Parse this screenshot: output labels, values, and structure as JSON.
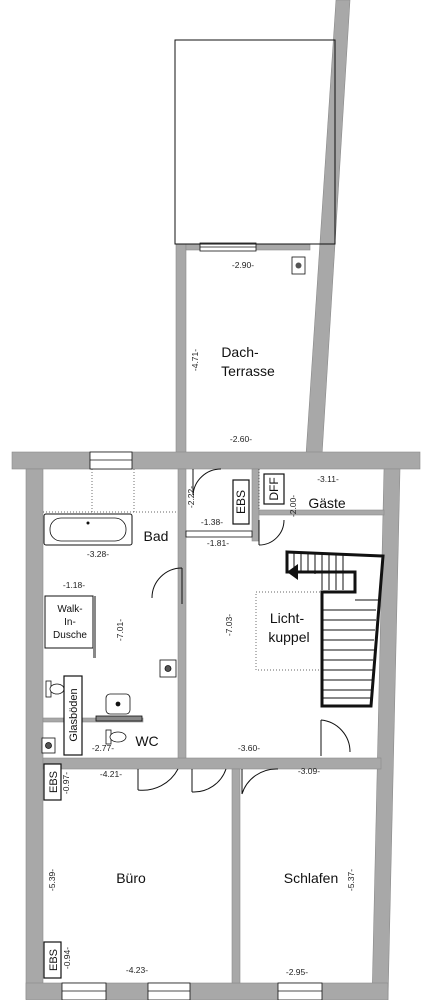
{
  "rooms": {
    "dachterrasse_line1": "Dach-",
    "dachterrasse_line2": "Terrasse",
    "bad": "Bad",
    "gaeste": "Gäste",
    "walkin_line1": "Walk-",
    "walkin_line2": "In-",
    "walkin_line3": "Dusche",
    "lichtkuppel_line1": "Licht-",
    "lichtkuppel_line2": "kuppel",
    "wc": "WC",
    "buero": "Büro",
    "schlafen": "Schlafen"
  },
  "tags": {
    "ebs_top": "EBS",
    "dff": "DFF",
    "ebs_buero_top": "EBS",
    "ebs_buero_bottom": "EBS",
    "glasboeden": "Glasböden"
  },
  "dimensions": {
    "terrace_width": "-2.90-",
    "terrace_depth": "-4.71-",
    "terrace_bottom": "-2.60-",
    "hall_222": "-2.22-",
    "gaeste_width": "-3.11-",
    "gaeste_200": "-2.00-",
    "hall_138": "-1.38-",
    "hall_181": "-1.81-",
    "bad_width": "-3.28-",
    "bad_118": "-1.18-",
    "bad_701": "-7.01-",
    "stair_703": "-7.03-",
    "wc_277": "-2.77-",
    "hall_360": "-3.60-",
    "buero_421": "-4.21-",
    "buero_097": "-0.97-",
    "schlafen_309": "-3.09-",
    "buero_539": "-5.39-",
    "schlafen_537": "-5.37-",
    "buero_094": "-0.94-",
    "buero_423": "-4.23-",
    "schlafen_295": "-2.95-"
  },
  "colors": {
    "wall": "#a8a8a8",
    "wall_stroke": "#8a8a8a",
    "line": "#111111",
    "fixture": "#888888"
  }
}
